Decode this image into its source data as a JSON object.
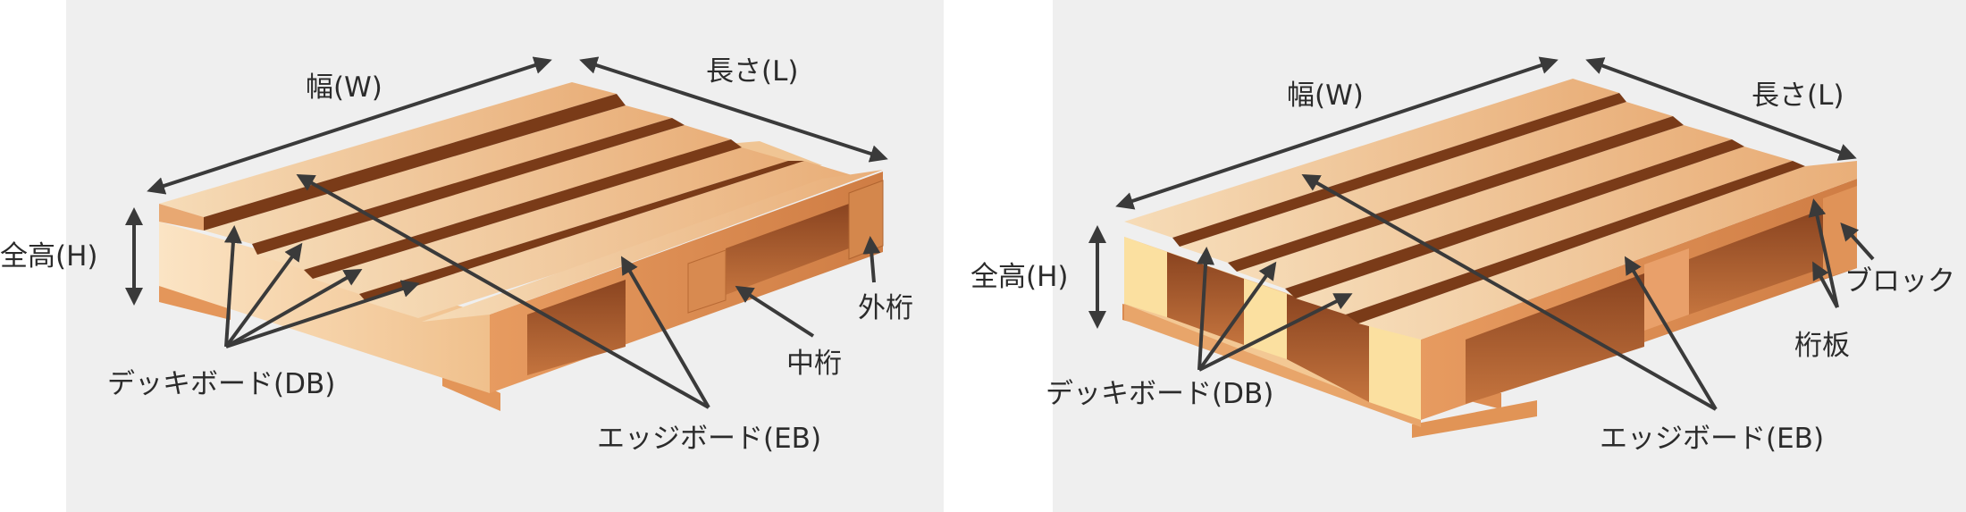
{
  "colors": {
    "background": "#efefef",
    "arrow": "#3a3a3a",
    "text": "#2b2b2b",
    "wood_light": "#f3d6b0",
    "wood_mid": "#e0a06a",
    "wood_dark": "#c8773f",
    "wood_shadow": "#7a3b18",
    "block_yellow": "#fbe0a0"
  },
  "left_pallet": {
    "width_label": "幅(W)",
    "length_label": "長さ(L)",
    "height_label": "全高(H)",
    "deck_board_label": "デッキボード(DB)",
    "edge_board_label": "エッジボード(EB)",
    "middle_stringer_label": "中桁",
    "outer_stringer_label": "外桁"
  },
  "right_pallet": {
    "width_label": "幅(W)",
    "length_label": "長さ(L)",
    "height_label": "全高(H)",
    "deck_board_label": "デッキボード(DB)",
    "edge_board_label": "エッジボード(EB)",
    "block_label": "ブロック",
    "stringer_board_label": "桁板"
  }
}
